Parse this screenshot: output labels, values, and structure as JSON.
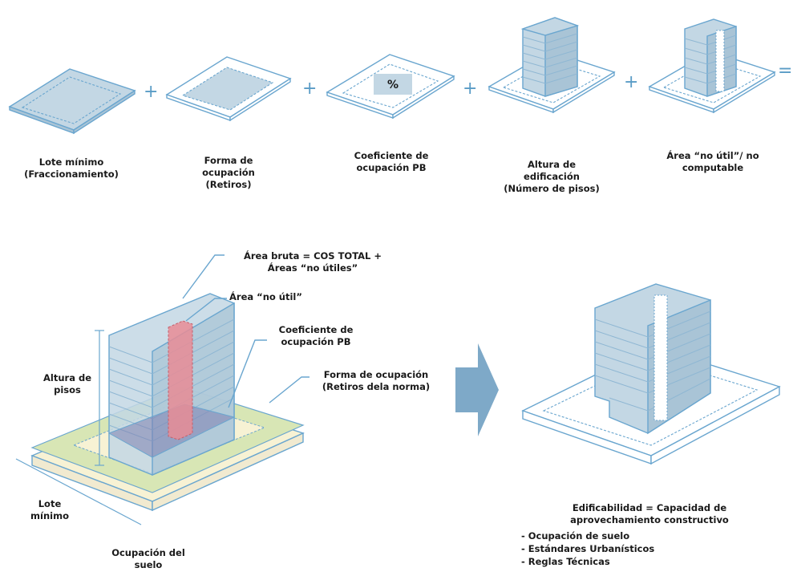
{
  "colors": {
    "line": "#6aa6cf",
    "fill_blue": "#c3d7e4",
    "fill_blue_dark": "#a9c4d6",
    "fill_green": "#d8e6b5",
    "fill_cream": "#f7f2d4",
    "fill_red": "#e88c95",
    "fill_purple": "#7d7fb0",
    "arrow": "#7ea9c8",
    "operator": "#5a9cc6",
    "text": "#1a1a1a"
  },
  "operators": {
    "plus": "+",
    "equals": "="
  },
  "top_row": {
    "lote_minimo": [
      "Lote mínimo",
      "(Fraccionamiento)"
    ],
    "forma_ocupacion": [
      "Forma de",
      "ocupación",
      "(Retiros)"
    ],
    "coeficiente_pb": [
      "Coeficiente de",
      "ocupación PB"
    ],
    "percent_symbol": "%",
    "altura_edificacion": [
      "Altura de",
      "edificación",
      "(Número de pisos)"
    ],
    "area_no_util": [
      "Área “no útil”/ no",
      "computable"
    ]
  },
  "left_diagram": {
    "area_bruta": [
      "Área bruta = COS TOTAL +",
      "Áreas “no útiles”"
    ],
    "area_no_util": "Área “no útil”",
    "coeficiente_pb": [
      "Coeficiente de",
      "ocupación PB"
    ],
    "forma_ocupacion": [
      "Forma de ocupación",
      "(Retiros dela norma)"
    ],
    "altura_pisos": [
      "Altura de",
      "pisos"
    ],
    "lote_minimo": [
      "Lote",
      "mínimo"
    ],
    "ocupacion_suelo": [
      "Ocupación del",
      "suelo"
    ]
  },
  "right_diagram": {
    "edificabilidad": [
      "Edificabilidad = Capacidad de",
      "aprovechamiento constructivo"
    ],
    "list": [
      "- Ocupación de suelo",
      "- Estándares Urbanísticos",
      "- Reglas Técnicas"
    ]
  }
}
